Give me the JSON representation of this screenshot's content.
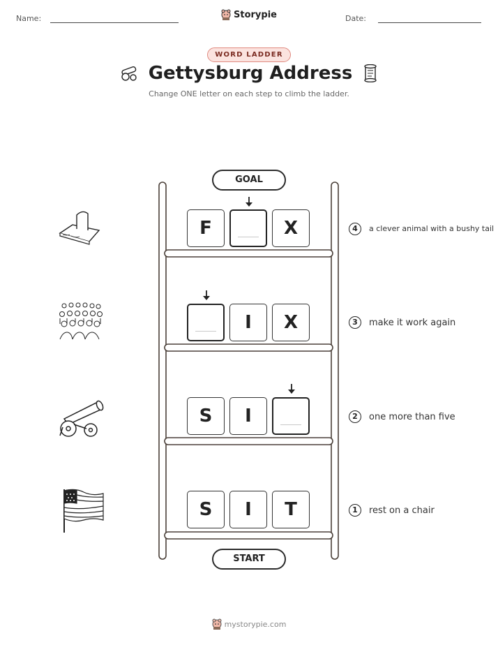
{
  "header": {
    "name_label": "Name:",
    "date_label": "Date:",
    "brand": "Storypie"
  },
  "badge": "WORD LADDER",
  "title": "Gettysburg Address",
  "subtitle": "Change ONE letter on each step to climb the ladder.",
  "ladder": {
    "goal_label": "GOAL",
    "start_label": "START",
    "rungs": [
      {
        "step": "4",
        "letters": [
          "F",
          "",
          "X"
        ],
        "clue": "a clever animal with a bushy tail",
        "picture": "gravestone-icon"
      },
      {
        "step": "3",
        "letters": [
          "",
          "I",
          "X"
        ],
        "clue": "make it work again",
        "picture": "crowd-icon"
      },
      {
        "step": "2",
        "letters": [
          "S",
          "I",
          ""
        ],
        "clue": "one more than five",
        "picture": "cannon-icon"
      },
      {
        "step": "1",
        "letters": [
          "S",
          "I",
          "T"
        ],
        "clue": "rest on a chair",
        "picture": "flag-icon"
      }
    ]
  },
  "footer": {
    "site": "mystorypie.com"
  },
  "colors": {
    "ladder_wood": "#5a4a40",
    "badge_bg": "#fbe3df",
    "badge_border": "#e08a80"
  }
}
